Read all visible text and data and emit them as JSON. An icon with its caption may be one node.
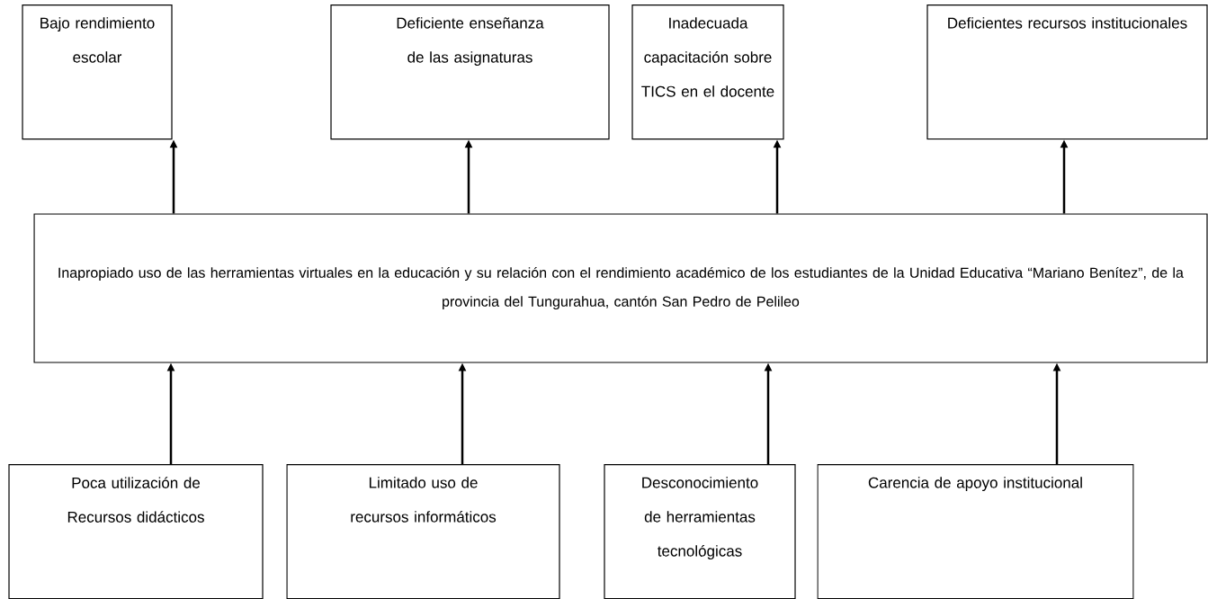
{
  "diagram": {
    "nodes": [
      {
        "text": [
          "Bajo rendimiento escolar"
        ]
      },
      {
        "text": [
          "Deficiente enseñanza de las asignaturas"
        ]
      },
      {
        "text": [
          "Inadecuada capacitación sobre TICS en el docente"
        ]
      },
      {
        "text": [
          "Deficientes recursos institucionales"
        ]
      },
      {
        "text": [
          "Inapropiado uso de las herramientas virtuales en la educación y su relación con el rendimiento académico de los estudiantes de la Unidad Educativa “Mariano Benítez”, de la provincia del Tungurahua, cantón San Pedro de Pelileo"
        ]
      },
      {
        "text": [
          "Poca utilización de Recursos didácticos"
        ]
      },
      {
        "text": [
          "Limitado uso de recursos informáticos"
        ]
      },
      {
        "text": [
          "Desconocimiento de herramientas tecnológicas"
        ]
      },
      {
        "text": [
          "Carencia de apoyo institucional"
        ]
      }
    ],
    "edges": [
      {
        "from": 4,
        "to": 0,
        "arrow": "to"
      },
      {
        "from": 4,
        "to": 1,
        "arrow": "to"
      },
      {
        "from": 4,
        "to": 2,
        "arrow": "to"
      },
      {
        "from": 4,
        "to": 3,
        "arrow": "to"
      },
      {
        "from": 5,
        "to": 4,
        "arrow": "to"
      },
      {
        "from": 6,
        "to": 4,
        "arrow": "to"
      },
      {
        "from": 7,
        "to": 4,
        "arrow": "to"
      },
      {
        "from": 8,
        "to": 4,
        "arrow": "to"
      }
    ]
  }
}
